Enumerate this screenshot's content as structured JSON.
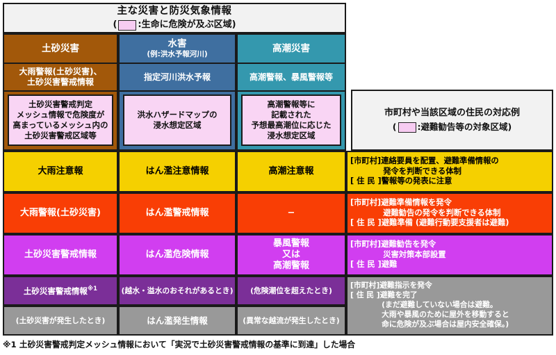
{
  "title": {
    "main": "主な災害と防災気象情報",
    "legend_prefix": "(",
    "legend_text": ":生命に危険が及ぶ区域)",
    "swatch_color": "#f9d5f4"
  },
  "categories": [
    {
      "name": "土砂災害",
      "sub": "",
      "color": "#a2580a"
    },
    {
      "name": "水害",
      "sub": "(例:洪水予報河川)",
      "color": "#3f6fa0"
    },
    {
      "name": "高潮災害",
      "sub": "",
      "color": "#3498ae"
    }
  ],
  "info_row": [
    "大雨警報(土砂災害)、\n土砂災害警戒情報",
    "指定河川洪水予報",
    "高潮警報、暴風警報等"
  ],
  "area_row": [
    "土砂災害警戒判定\nメッシュ情報で危険度が\n高まっているメッシュ内の\n土砂災害警戒区域等",
    "洪水ハザードマップの\n浸水想定区域",
    "高潮警報等に\n記載された\n予想最高潮位に応じた\n浸水想定区域"
  ],
  "right_header": {
    "main": "市町村や当該区域の住民の対応例",
    "legend_prefix": "(",
    "legend_text": ":避難勧告等の対象区域)",
    "swatch_color": "#f9d5f4"
  },
  "levels": [
    {
      "color_name": "yellow",
      "color": "#f5d000",
      "cells": [
        "大雨注意報",
        "はん濫注意情報",
        "高潮注意報"
      ],
      "action": "[市町村]連絡要員を配置、避難準備情報の\n            発令を判断できる体制\n[ 住 民 ]警報等の発表に注意"
    },
    {
      "color_name": "orange",
      "color": "#f93e05",
      "cells": [
        "大雨警報(土砂災害)",
        "はん濫警戒情報",
        "−"
      ],
      "action": "[市町村]避難準備情報を発令\n            避難勧告の発令を判断できる体制\n[ 住 民 ]避難準備 (避難行動要支援者は避難)"
    },
    {
      "color_name": "magenta",
      "color": "#d13ef0",
      "cells": [
        "土砂災害警戒情報",
        "はん濫危険情報",
        "暴風警報\n又は\n高潮警報"
      ],
      "action": "[市町村]避難勧告を発令\n            災害対策本部設置\n[ 住 民 ]避難"
    },
    {
      "color_name": "purple",
      "color": "#7b2f98",
      "cells": [
        "土砂災害警戒情報",
        "(越水・溢水のおそれがあるとき)",
        "(危険潮位を超えたとき)"
      ],
      "cell0_sup": "※1",
      "action": ""
    },
    {
      "color_name": "gray",
      "color": "#999999",
      "cells": [
        "(土砂災害が発生したとき)",
        "はん濫発生情報",
        "(異常な越流が発生したとき)"
      ],
      "action": ""
    }
  ],
  "action_merged_bottom": "[市町村]避難指示を発令\n[ 住 民 ]避難を完了\n            (まだ避難していない場合は避難。\n            大雨や暴風のために屋外を移動すると\n            命に危険が及ぶ場合は屋内安全確保。)",
  "footnote": "※1  土砂災害警戒判定メッシュ情報において「実況で土砂災害警戒情報の基準に到達」した場合"
}
